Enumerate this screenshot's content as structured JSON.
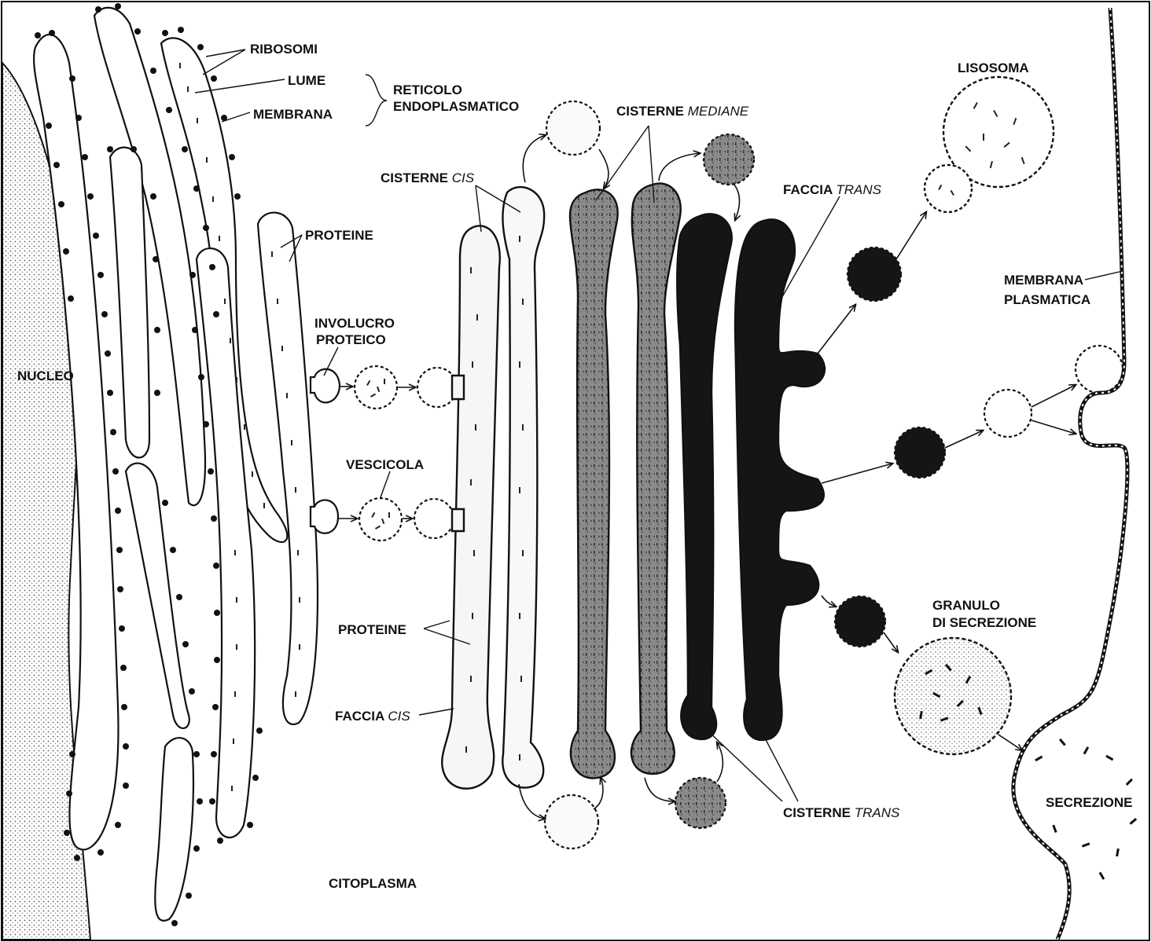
{
  "labels": {
    "ribosomi": "RIBOSOMI",
    "lume": "LUME",
    "membrana": "MEMBRANA",
    "reticolo_1": "RETICOLO",
    "reticolo_2": "ENDOPLASMATICO",
    "proteine_top": "PROTEINE",
    "involucro_1": "INVOLUCRO",
    "involucro_2": "PROTEICO",
    "vescicola": "VESCICOLA",
    "proteine_bottom": "PROTEINE",
    "faccia_cis_a": "FACCIA ",
    "faccia_cis_b": "CIS",
    "cisterne_cis_a": "CISTERNE ",
    "cisterne_cis_b": "CIS",
    "cisterne_mediane_a": "CISTERNE ",
    "cisterne_mediane_b": "MEDIANE",
    "faccia_trans_a": "FACCIA ",
    "faccia_trans_b": "TRANS",
    "cisterne_trans_a": "CISTERNE ",
    "cisterne_trans_b": "TRANS",
    "lisosoma": "LISOSOMA",
    "membrana_plasmatica_1": "MEMBRANA",
    "membrana_plasmatica_2": "PLASMATICA",
    "granulo_1": "GRANULO",
    "granulo_2": "DI SECREZIONE",
    "secrezione": "SECREZIONE",
    "nucleo": "NUCLEO",
    "citoplasma": "CITOPLASMA"
  },
  "colors": {
    "ink": "#111111",
    "cis_fill": "#f4f4f4",
    "medial_fill": "#8a8a8a",
    "trans_fill": "#141414",
    "nucleus_dots": "#555555"
  }
}
